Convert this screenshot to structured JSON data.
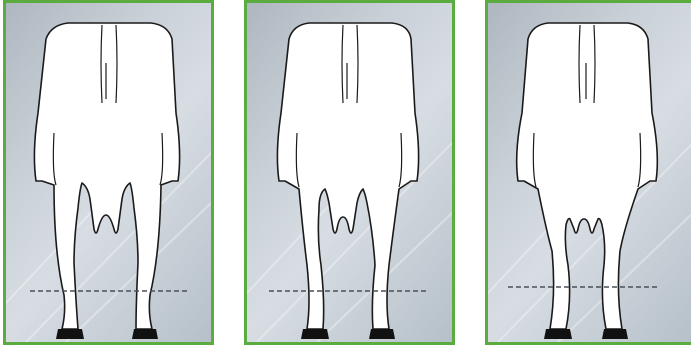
{
  "figure": {
    "panels": [
      {
        "id": "cow-rear-view-1"
      },
      {
        "id": "cow-rear-view-2"
      },
      {
        "id": "cow-rear-view-3"
      }
    ],
    "colors": {
      "frame": "#5aac3f",
      "background": "#c9d0d7",
      "body_fill": "#ffffff",
      "outline": "#1a1a1a",
      "hoof": "#111111",
      "ground_line": "#4a5058"
    }
  }
}
